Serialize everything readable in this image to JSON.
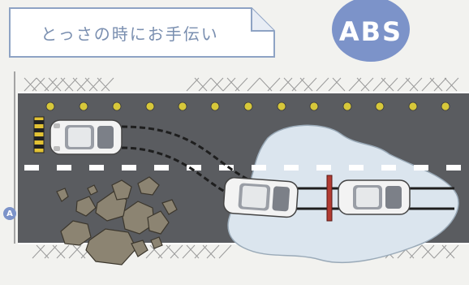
{
  "title": "とっさの時にお手伝い",
  "badge": "ABS",
  "marker": "A",
  "colors": {
    "road": "#5a5c60",
    "water": "#dbe5ee",
    "accent": "#7c93c9",
    "reflector": "#d7c83a",
    "rock": "#8c8472",
    "marker_red": "#b23b32"
  },
  "scene": {
    "cars": [
      "car-start",
      "car-swerving",
      "car-on-water"
    ],
    "obstacle": "rocks",
    "hazard": "water-puddle"
  }
}
